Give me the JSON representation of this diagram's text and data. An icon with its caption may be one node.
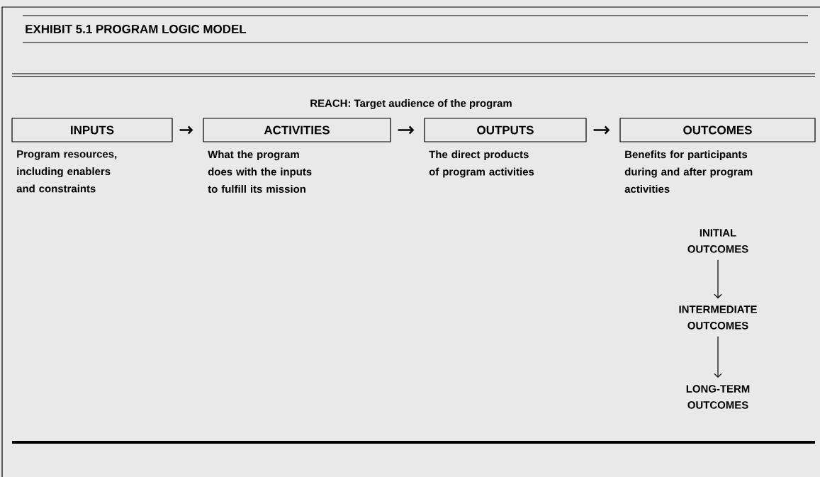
{
  "diagram": {
    "title": "EXHIBIT 5.1 PROGRAM LOGIC MODEL",
    "nodes": [
      {
        "text": [
          "INPUTS"
        ],
        "beside": [
          "Program resources, including enablers and constraints"
        ]
      },
      {
        "text": [
          "ACTIVITIES"
        ],
        "beside": [
          "What the program does with the inputs to fulfill its mission"
        ]
      },
      {
        "text": [
          "OUTPUTS"
        ],
        "beside": [
          "The direct products of program activities"
        ]
      },
      {
        "text": [
          "OUTCOMES"
        ],
        "beside": [
          "Benefits for participants during and after program activities"
        ]
      },
      {
        "text": [
          "INITIAL OUTCOMES"
        ]
      },
      {
        "text": [
          "INTERMEDIATE OUTCOMES"
        ]
      },
      {
        "text": [
          "LONG-TERM OUTCOMES"
        ]
      }
    ],
    "edges": [
      {
        "from": 0,
        "to": 1,
        "arrow": "to"
      },
      {
        "from": 1,
        "to": 2,
        "arrow": "to"
      },
      {
        "from": 2,
        "to": 3,
        "arrow": "to"
      },
      {
        "from": 4,
        "to": 5,
        "arrow": "to"
      },
      {
        "from": 5,
        "to": 6,
        "arrow": "to"
      }
    ],
    "labels": [
      "REACH: Target audience of the program"
    ]
  }
}
